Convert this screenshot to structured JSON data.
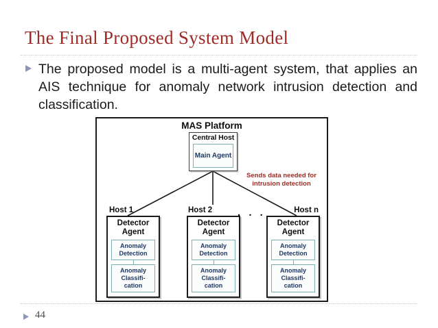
{
  "slide": {
    "title": "The Final Proposed System Model",
    "title_color": "#9e2b25",
    "page_number": "44",
    "bullet_icon": "triangle-right-icon",
    "bullet_text": "The proposed model is a multi-agent system, that applies an AIS technique for anomaly network intrusion detection and classification."
  },
  "diagram": {
    "title": "MAS Platform",
    "central_host": {
      "label": "Central Host",
      "agent": "Main Agent"
    },
    "annotation": {
      "line1": "Sends data needed for",
      "line2": "intrusion detection",
      "color": "#9e2b25"
    },
    "ellipsis": ". . .",
    "hosts": [
      {
        "label": "Host 1",
        "agent_title_line1": "Detector",
        "agent_title_line2": "Agent",
        "modules": [
          {
            "line1": "Anomaly",
            "line2": "Detection",
            "line3": ""
          },
          {
            "line1": "Anomaly",
            "line2": "Classifi-",
            "line3": "cation"
          }
        ]
      },
      {
        "label": "Host 2",
        "agent_title_line1": "Detector",
        "agent_title_line2": "Agent",
        "modules": [
          {
            "line1": "Anomaly",
            "line2": "Detection",
            "line3": ""
          },
          {
            "line1": "Anomaly",
            "line2": "Classifi-",
            "line3": "cation"
          }
        ]
      },
      {
        "label": "Host n",
        "agent_title_line1": "Detector",
        "agent_title_line2": "Agent",
        "modules": [
          {
            "line1": "Anomaly",
            "line2": "Detection",
            "line3": ""
          },
          {
            "line1": "Anomaly",
            "line2": "Classifi-",
            "line3": "cation"
          }
        ]
      }
    ],
    "colors": {
      "frame_border": "#1a1a1a",
      "module_border": "#76b2b8",
      "module_text": "#1f3864"
    }
  }
}
